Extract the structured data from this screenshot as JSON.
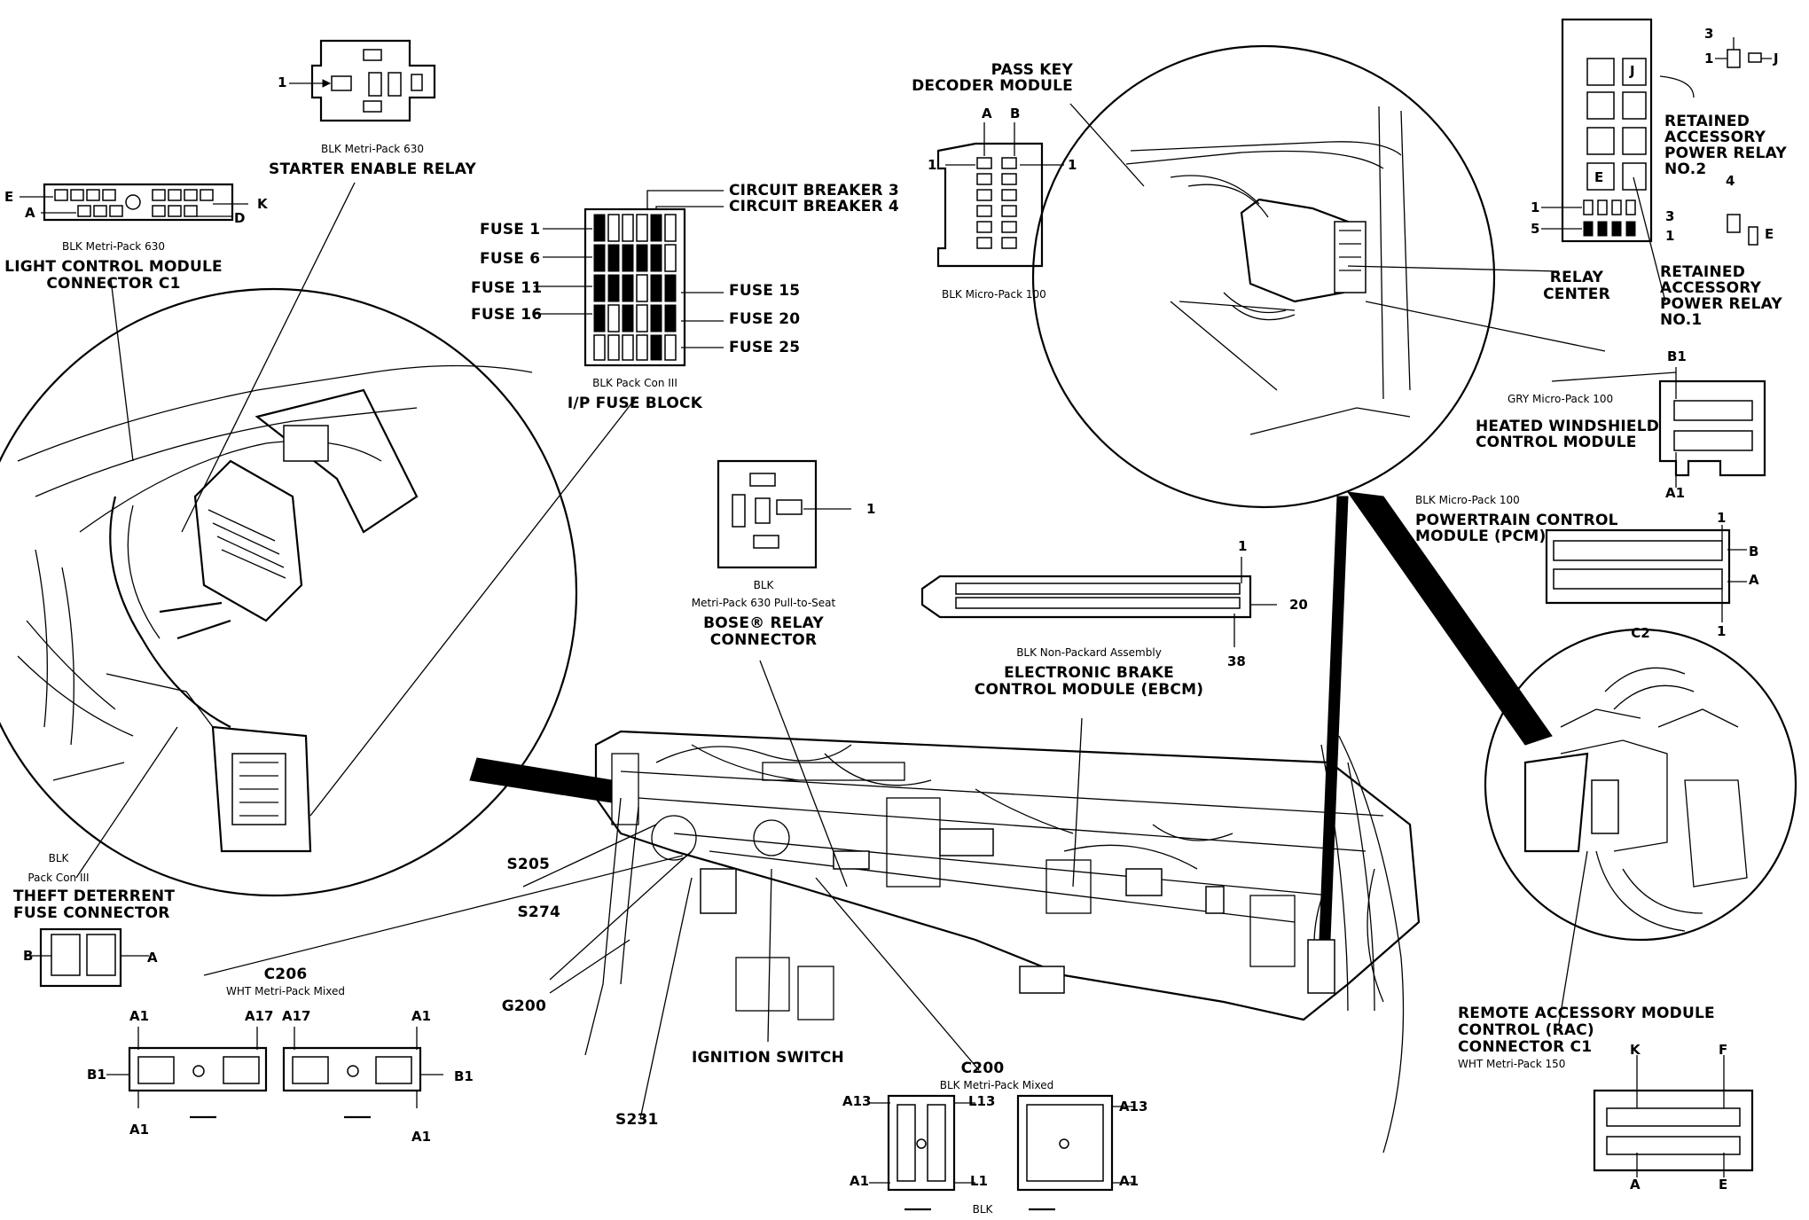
{
  "labels": {
    "starter_conn": "BLK Metri-Pack 630",
    "starter_name": "STARTER ENABLE RELAY",
    "lcm_conn": "BLK Metri-Pack 630",
    "lcm_name_1": "LIGHT CONTROL MODULE",
    "lcm_name_2": "CONNECTOR C1",
    "cb3": "CIRCUIT BREAKER 3",
    "cb4": "CIRCUIT BREAKER 4",
    "fuse1": "FUSE 1",
    "fuse6": "FUSE 6",
    "fuse11": "FUSE 11",
    "fuse16": "FUSE 16",
    "fuse15": "FUSE 15",
    "fuse20": "FUSE 20",
    "fuse25": "FUSE 25",
    "fuseblock_conn": "BLK Pack Con III",
    "fuseblock_name": "I/P FUSE BLOCK",
    "passkey_1": "PASS KEY",
    "passkey_2": "DECODER MODULE",
    "passkey_conn": "BLK Micro-Pack 100",
    "relay_center_1": "RELAY",
    "relay_center_2": "CENTER",
    "rapr2_1": "RETAINED",
    "rapr2_2": "ACCESSORY",
    "rapr2_3": "POWER RELAY",
    "rapr2_4": "NO.2",
    "rapr1_1": "RETAINED",
    "rapr1_2": "ACCESSORY",
    "rapr1_3": "POWER RELAY",
    "rapr1_4": "NO.1",
    "hwcm_conn": "GRY Micro-Pack 100",
    "hwcm_1": "HEATED WINDSHIELD",
    "hwcm_2": "CONTROL MODULE",
    "pcm_conn": "BLK Micro-Pack 100",
    "pcm_1": "POWERTRAIN CONTROL",
    "pcm_2": "MODULE (PCM)",
    "pcm_c2": "C2",
    "bose_conn_1": "BLK",
    "bose_conn_2": "Metri-Pack 630 Pull-to-Seat",
    "bose_1": "BOSE® RELAY",
    "bose_2": "CONNECTOR",
    "ebcm_conn": "BLK Non-Packard Assembly",
    "ebcm_1": "ELECTRONIC BRAKE",
    "ebcm_2": "CONTROL MODULE (EBCM)",
    "theft_conn_1": "BLK",
    "theft_conn_2": "Pack Con III",
    "theft_1": "THEFT DETERRENT",
    "theft_2": "FUSE CONNECTOR",
    "c206": "C206",
    "c206_conn": "WHT Metri-Pack Mixed",
    "s205": "S205",
    "s274": "S274",
    "g200": "G200",
    "s231": "S231",
    "ignition": "IGNITION SWITCH",
    "c200": "C200",
    "c200_conn": "BLK Metri-Pack Mixed",
    "c200_blk": "BLK",
    "rac_1": "REMOTE ACCESSORY MODULE",
    "rac_2": "CONTROL (RAC)",
    "rac_3": "CONNECTOR C1",
    "rac_conn": "WHT Metri-Pack 150"
  },
  "pins": {
    "starter_1": "1",
    "lcm_e": "E",
    "lcm_a": "A",
    "lcm_k": "K",
    "lcm_d": "D",
    "passkey_a": "A",
    "passkey_b": "B",
    "passkey_1l": "1",
    "passkey_1r": "1",
    "rapr2_3": "3",
    "rapr2_1": "1",
    "rapr2_j": "J",
    "relay_j": "J",
    "relay_e": "E",
    "rapr1_4": "4",
    "rapr1_3": "3",
    "rapr1_1": "1",
    "rapr1_e": "E",
    "side_1": "1",
    "side_5": "5",
    "hwcm_b1": "B1",
    "hwcm_a1": "A1",
    "pcm_1t": "1",
    "pcm_b": "B",
    "pcm_a": "A",
    "pcm_1b": "1",
    "bose_1": "1",
    "ebcm_1": "1",
    "ebcm_20": "20",
    "ebcm_38": "38",
    "theft_b": "B",
    "theft_a": "A",
    "c206_a1_tl": "A1",
    "c206_a17_l": "A17",
    "c206_a17_r": "A17",
    "c206_a1_tr": "A1",
    "c206_b1_l": "B1",
    "c206_b1_r": "B1",
    "c206_a1_bl": "A1",
    "c206_a1_br": "A1",
    "c200_a13_l": "A13",
    "c200_l13": "L13",
    "c200_a13_r": "A13",
    "c200_a1_l": "A1",
    "c200_l1": "L1",
    "c200_a1_r": "A1",
    "rac_k": "K",
    "rac_f": "F",
    "rac_a": "A",
    "rac_e": "E"
  }
}
